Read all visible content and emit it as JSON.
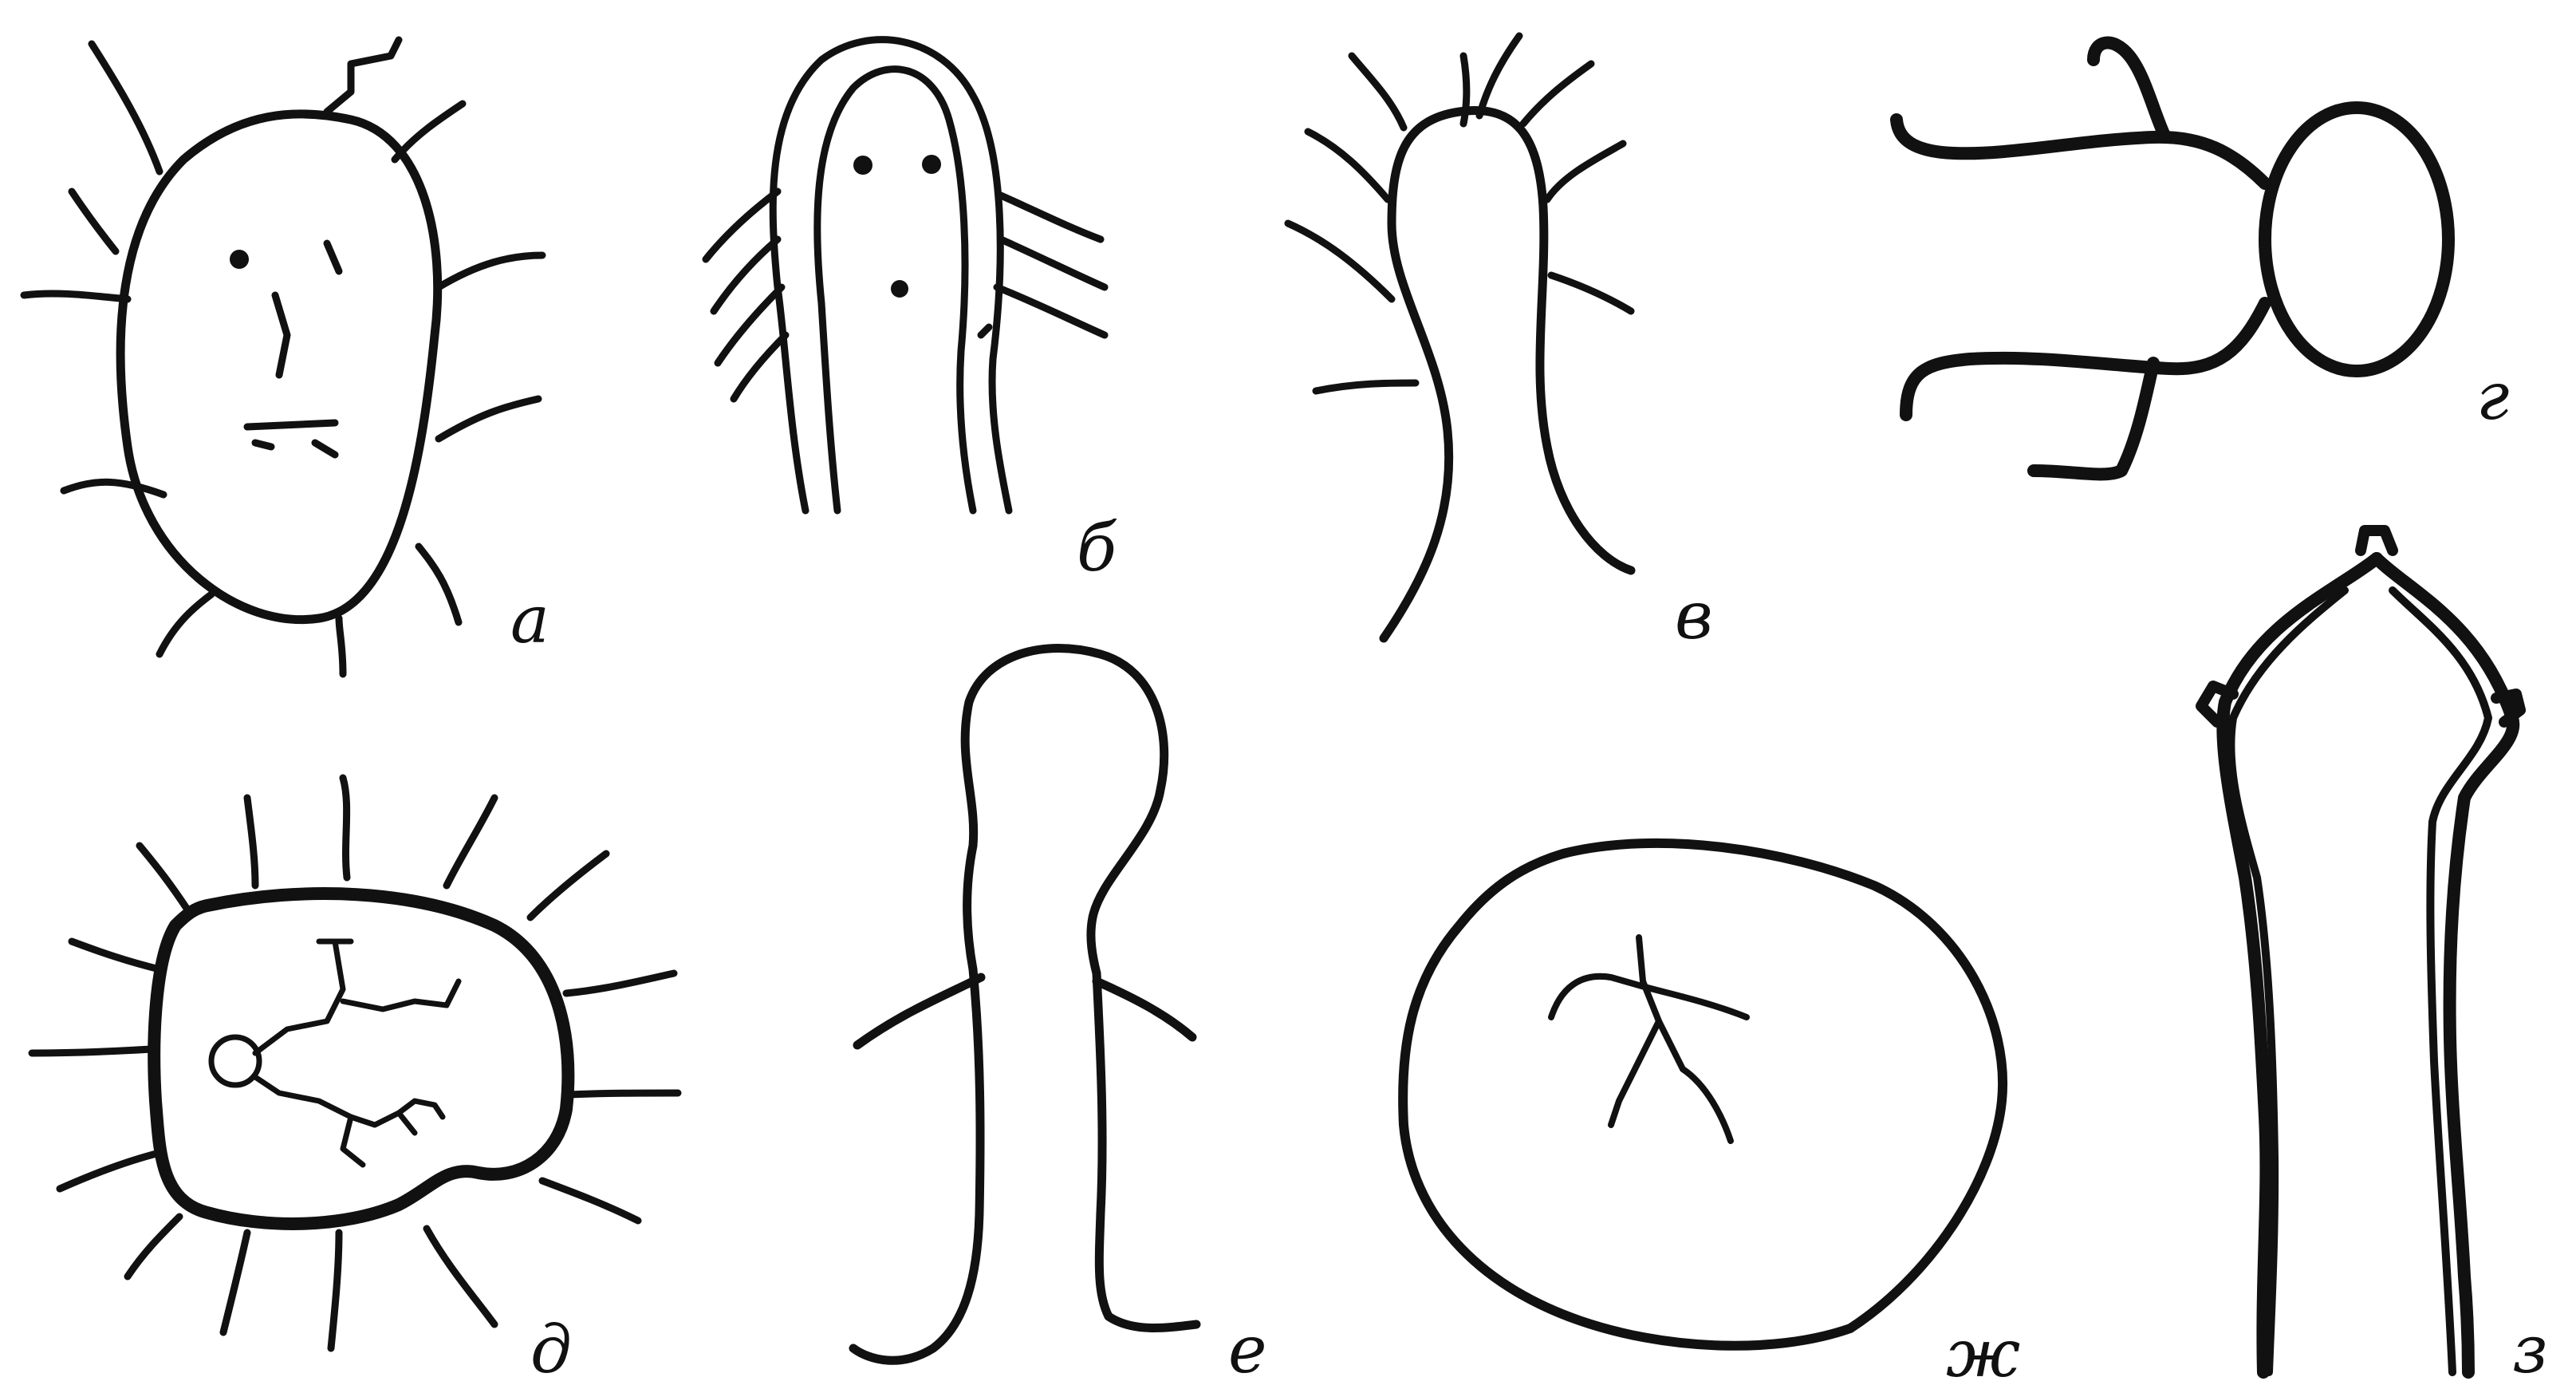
{
  "figures": [
    {
      "id": "a",
      "label": "а"
    },
    {
      "id": "b",
      "label": "б"
    },
    {
      "id": "v",
      "label": "в"
    },
    {
      "id": "g",
      "label": "г"
    },
    {
      "id": "d",
      "label": "д"
    },
    {
      "id": "e",
      "label": "е"
    },
    {
      "id": "zh",
      "label": "ж"
    },
    {
      "id": "z",
      "label": "з"
    }
  ],
  "colors": {
    "ink": "#111111",
    "background": "#ffffff"
  }
}
